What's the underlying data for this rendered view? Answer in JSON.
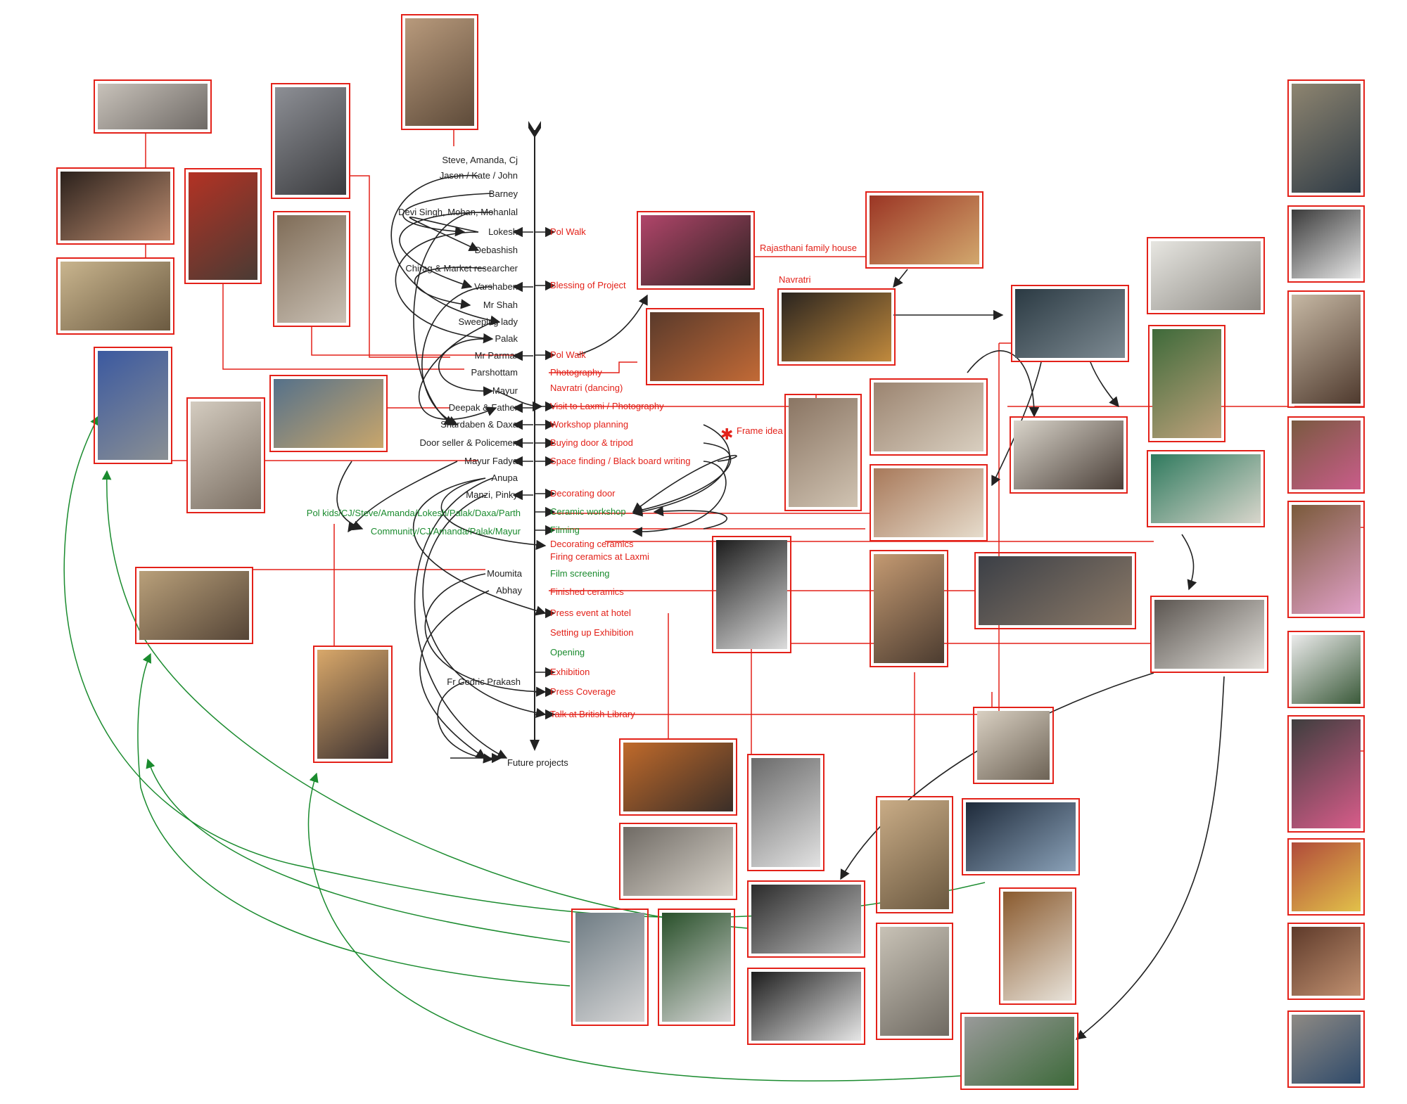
{
  "colors": {
    "red": "#e32119",
    "green": "#1a8b2e",
    "black": "#222222",
    "background": "#ffffff"
  },
  "timeline": {
    "end_label": "Future projects"
  },
  "people": [
    {
      "label": "Steve, Amanda, Cj"
    },
    {
      "label": "Jason / Kate / John"
    },
    {
      "label": "Barney"
    },
    {
      "label": "Devi Singh, Mohan, Mohanlal"
    },
    {
      "label": "Lokesh"
    },
    {
      "label": "Debashish"
    },
    {
      "label": "Chirag & Market researcher"
    },
    {
      "label": "Varshaben"
    },
    {
      "label": "Mr Shah"
    },
    {
      "label": "Sweeping lady"
    },
    {
      "label": "Palak"
    },
    {
      "label": "Mr Parmar"
    },
    {
      "label": "Parshottam"
    },
    {
      "label": "Mayur"
    },
    {
      "label": "Deepak & Father"
    },
    {
      "label": "Shardaben & Daxa"
    },
    {
      "label": "Door seller & Policemen"
    },
    {
      "label": "Mayur Fadya"
    },
    {
      "label": "Anupa"
    },
    {
      "label": "Manzi, Pinky"
    },
    {
      "label": "Pol kids/CJ/Steve/Amanda/Lokesh/Palak/Daxa/Parth"
    },
    {
      "label": "Community/CJ/Amanda/Palak/Mayur"
    },
    {
      "label": "Moumita"
    },
    {
      "label": "Abhay"
    },
    {
      "label": "Fr Cedric Prakash"
    }
  ],
  "events": [
    {
      "label": "Pol Walk"
    },
    {
      "label": "Blessing of Project"
    },
    {
      "label": "Pol Walk"
    },
    {
      "label": "Photography"
    },
    {
      "label": "Navratri (dancing)"
    },
    {
      "label": "Visit to Laxmi  / Photography"
    },
    {
      "label": "Workshop planning"
    },
    {
      "label": "Buying door & tripod"
    },
    {
      "label": "Space finding / Black board writing"
    },
    {
      "label": "Decorating door"
    },
    {
      "label": "Ceramic workshop"
    },
    {
      "label": "Filming"
    },
    {
      "label": "Decorating ceramics"
    },
    {
      "label": "Firing ceramics at Laxmi"
    },
    {
      "label": "Film screening"
    },
    {
      "label": "Finished ceramics"
    },
    {
      "label": "Press event at hotel"
    },
    {
      "label": "Setting up Exhibition"
    },
    {
      "label": "Opening"
    },
    {
      "label": "Exhibition"
    },
    {
      "label": "Press Coverage"
    },
    {
      "label": "Talk at British Library"
    }
  ],
  "annotations": [
    {
      "label": "Rajasthani family house"
    },
    {
      "label": "Navratri"
    },
    {
      "label": "Frame idea"
    }
  ]
}
